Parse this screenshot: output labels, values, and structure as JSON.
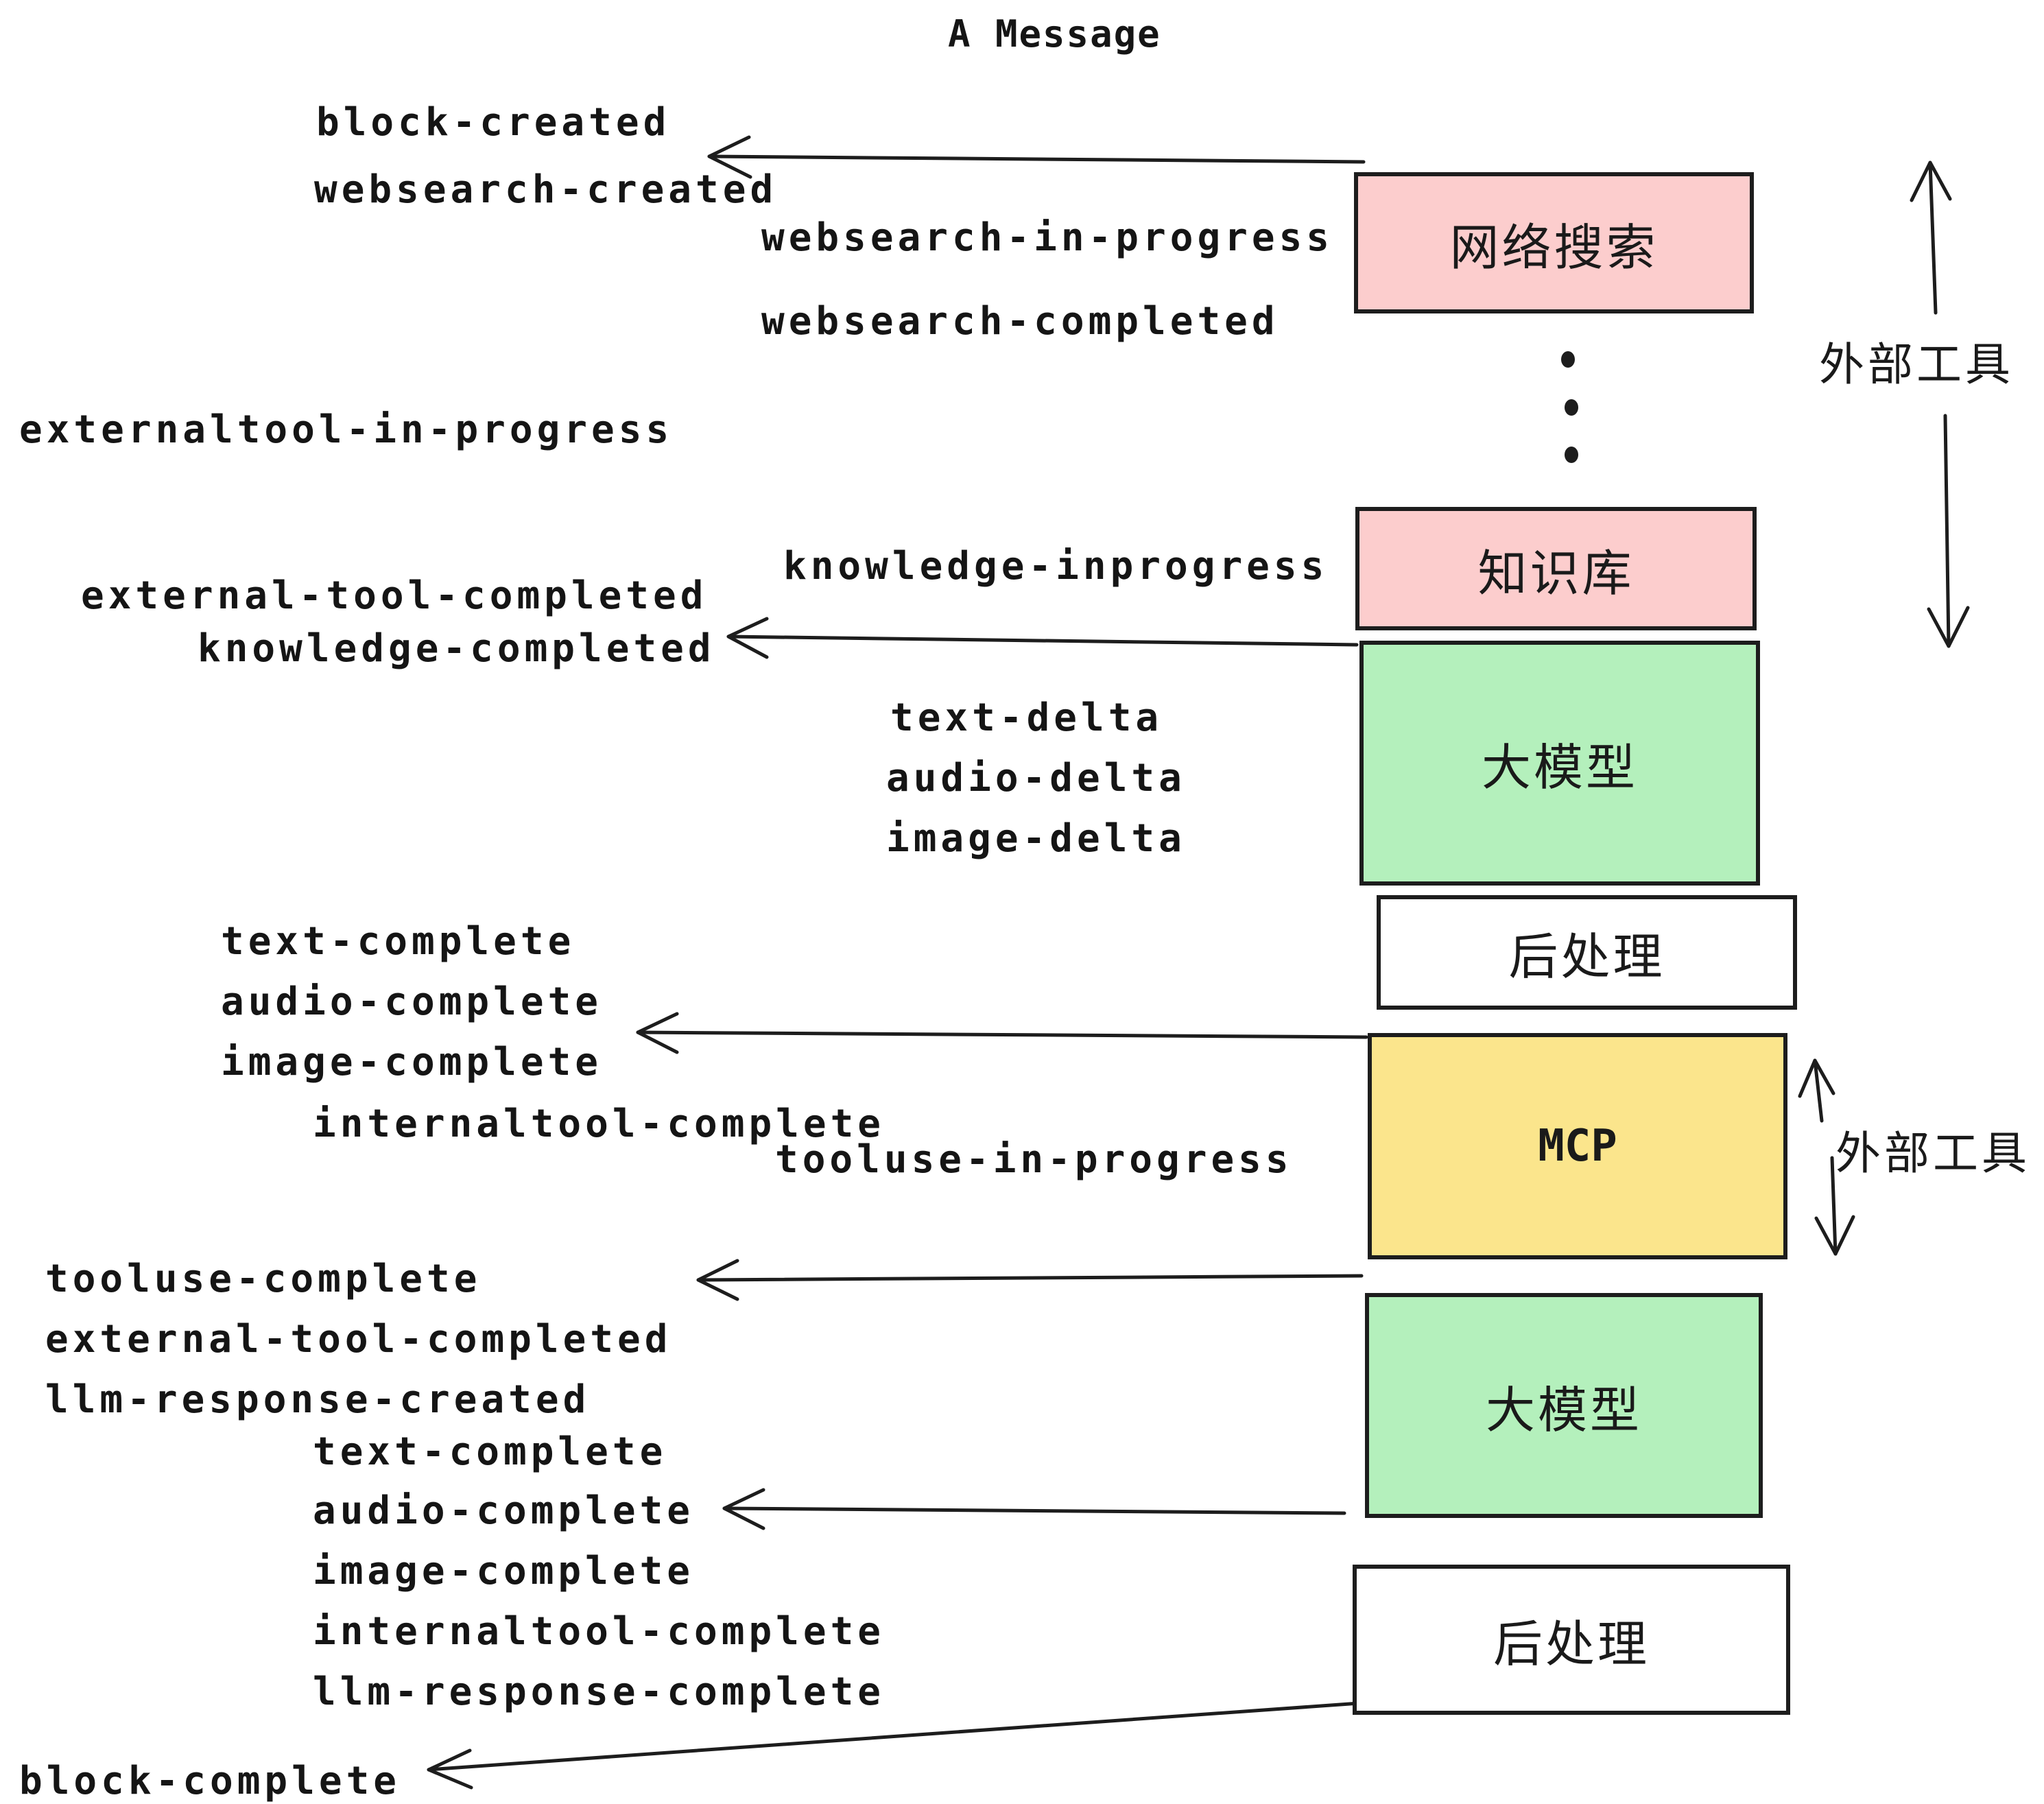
{
  "title": "A Message",
  "colors": {
    "pink": "#fccdcd",
    "green": "#b4f0bc",
    "yellow": "#fbe58c",
    "white": "#ffffff",
    "line": "#1d1d1d"
  },
  "boxes": [
    {
      "id": "websearch",
      "label": "网络搜索",
      "color": "#fccdcd"
    },
    {
      "id": "knowledge",
      "label": "知识库",
      "color": "#fccdcd"
    },
    {
      "id": "llm-1",
      "label": "大模型",
      "color": "#b4f0bc"
    },
    {
      "id": "postprocess-1",
      "label": "后处理",
      "color": "#ffffff"
    },
    {
      "id": "mcp",
      "label": "MCP",
      "color": "#fbe58c"
    },
    {
      "id": "llm-2",
      "label": "大模型",
      "color": "#b4f0bc"
    },
    {
      "id": "postprocess-2",
      "label": "后处理",
      "color": "#ffffff"
    }
  ],
  "events": [
    {
      "text": "block-created"
    },
    {
      "text": "websearch-created"
    },
    {
      "text": "websearch-in-progress"
    },
    {
      "text": "websearch-completed"
    },
    {
      "text": "externaltool-in-progress"
    },
    {
      "text": "knowledge-inprogress"
    },
    {
      "text": "external-tool-completed"
    },
    {
      "text": "knowledge-completed"
    },
    {
      "text": "text-delta"
    },
    {
      "text": "audio-delta"
    },
    {
      "text": "image-delta"
    },
    {
      "text": "text-complete"
    },
    {
      "text": "audio-complete"
    },
    {
      "text": "image-complete"
    },
    {
      "text": "internaltool-complete"
    },
    {
      "text": "tooluse-in-progress"
    },
    {
      "text": "tooluse-complete"
    },
    {
      "text": "external-tool-completed"
    },
    {
      "text": "llm-response-created"
    },
    {
      "text": "text-complete"
    },
    {
      "text": "audio-complete"
    },
    {
      "text": "image-complete"
    },
    {
      "text": "internaltool-complete"
    },
    {
      "text": "llm-response-complete"
    },
    {
      "text": "block-complete"
    }
  ],
  "annotations": {
    "external_tools_top": "外部工具",
    "external_tools_mcp": "外部工具"
  }
}
